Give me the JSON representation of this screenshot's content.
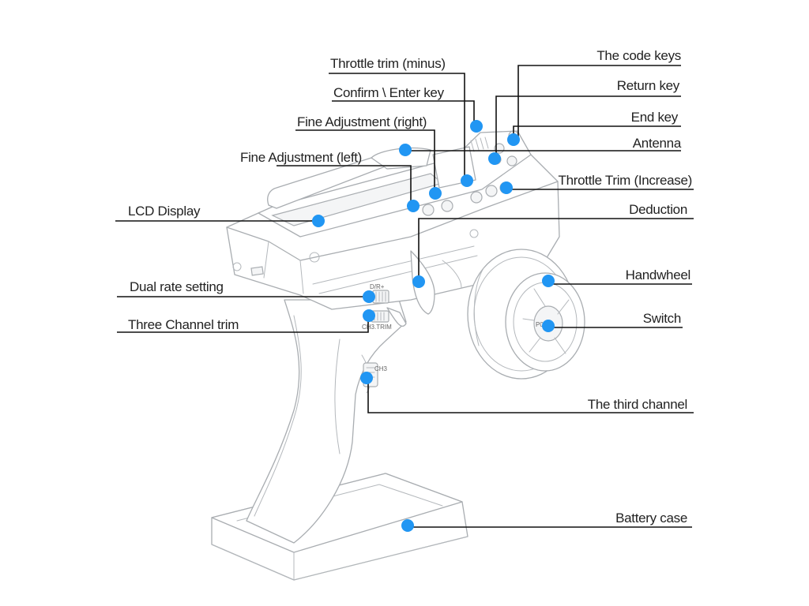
{
  "diagram": {
    "labels": {
      "throttle_trim_minus": "Throttle trim (minus)",
      "confirm_enter_key": "Confirm \\ Enter key",
      "fine_adjustment_right": "Fine Adjustment (right)",
      "fine_adjustment_left": "Fine Adjustment (left)",
      "lcd_display": "LCD Display",
      "dual_rate_setting": "Dual rate setting",
      "three_channel_trim": "Three Channel trim",
      "code_keys": "The code keys",
      "return_key": "Return key",
      "end_key": "End key",
      "antenna": "Antenna",
      "throttle_trim_increase": "Throttle Trim (Increase)",
      "deduction": "Deduction",
      "handwheel": "Handwheel",
      "switch": "Switch",
      "third_channel": "The third channel",
      "battery_case": "Battery case"
    },
    "device_markings": {
      "dr": "D/R+",
      "ch3_trim": "CH3.TRIM",
      "ch3": "CH3",
      "p0": "P0"
    },
    "colors": {
      "marker": "#2196f3",
      "leader_line": "#111111",
      "outline": "#a9adb1",
      "text": "#222222"
    }
  }
}
